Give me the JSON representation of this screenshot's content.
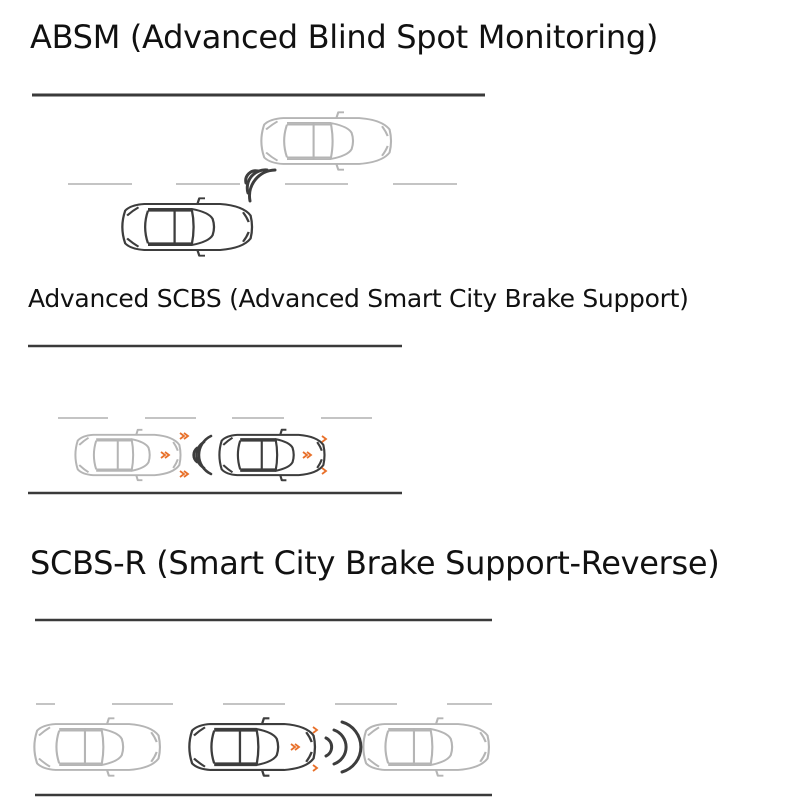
{
  "panels": [
    {
      "title": "ABSM (Advanced Blind Spot Monitoring)"
    },
    {
      "title": "Advanced SCBS (Advanced Smart City Brake Support)"
    },
    {
      "title": "SCBS-R (Smart City Brake Support-Reverse)"
    }
  ],
  "colors": {
    "road_edge": "#3a3a3a",
    "lane_dash": "#c4c4c4",
    "active_car": "#3d3d3d",
    "other_car": "#b5b5b5",
    "signal_waves": "#3d3d3d",
    "sensor_orange": "#e8702a"
  },
  "icons": [
    "car-topview-icon",
    "signal-waves-icon",
    "sensor-chevron-icon"
  ]
}
